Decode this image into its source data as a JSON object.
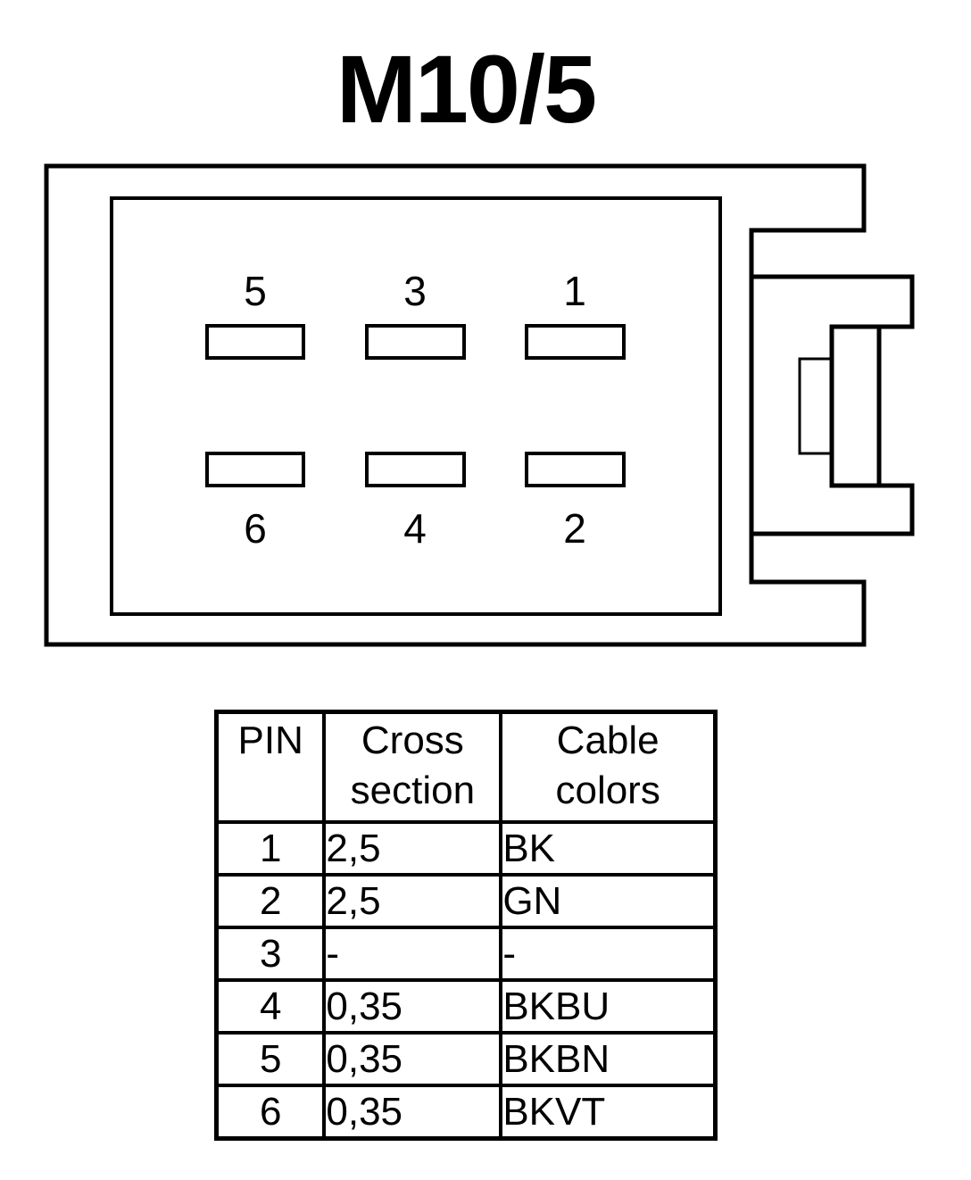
{
  "title": "M10/5",
  "connector": {
    "pins_top": [
      "5",
      "3",
      "1"
    ],
    "pins_bottom": [
      "6",
      "4",
      "2"
    ]
  },
  "table": {
    "headers": {
      "pin": "PIN",
      "cross_line1": "Cross",
      "cross_line2": "section",
      "color_line1": "Cable",
      "color_line2": "colors"
    },
    "rows": [
      {
        "pin": "1",
        "cross": "2,5",
        "color": "BK"
      },
      {
        "pin": "2",
        "cross": "2,5",
        "color": "GN"
      },
      {
        "pin": "3",
        "cross": "-",
        "color": "-"
      },
      {
        "pin": "4",
        "cross": "0,35",
        "color": "BKBU"
      },
      {
        "pin": "5",
        "cross": "0,35",
        "color": "BKBN"
      },
      {
        "pin": "6",
        "cross": "0,35",
        "color": "BKVT"
      }
    ]
  }
}
